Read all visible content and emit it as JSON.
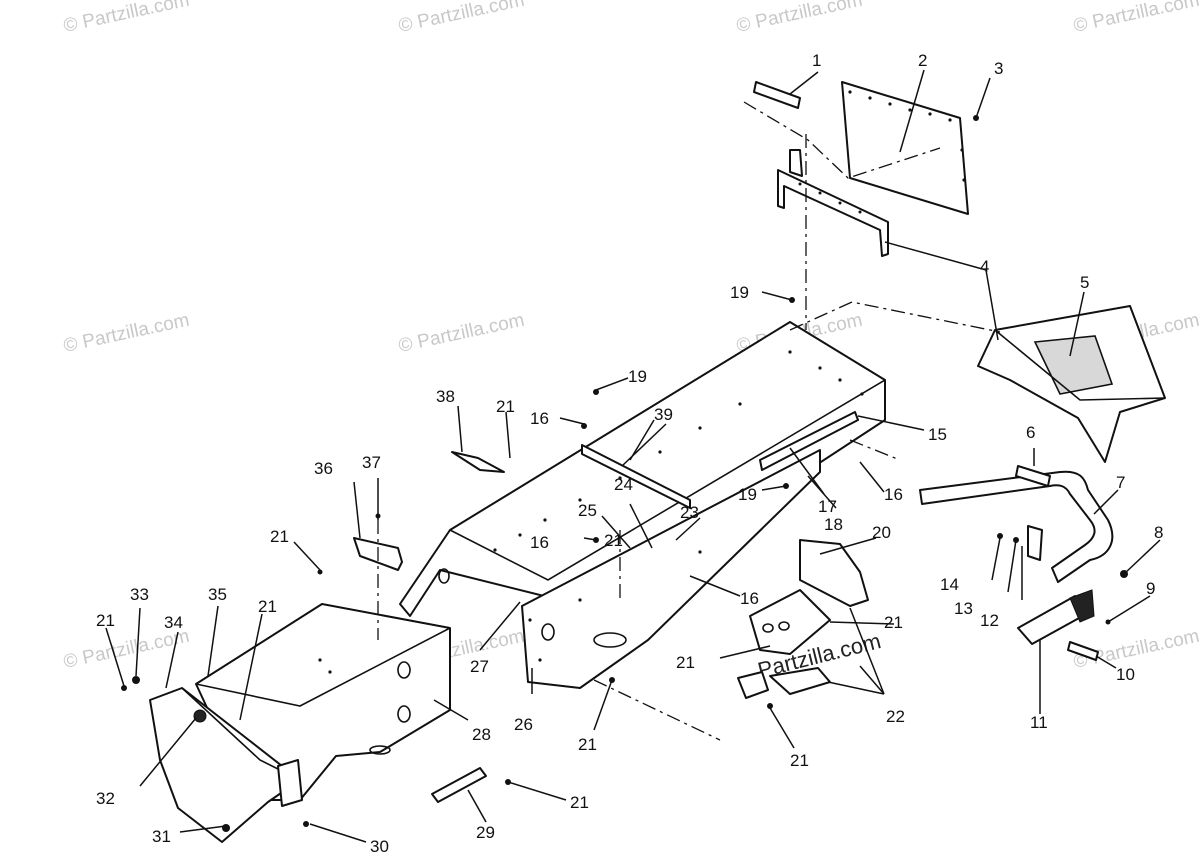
{
  "watermark": {
    "text": "© Partzilla.com",
    "overlay_text": "Partzilla.com"
  },
  "callouts": [
    "1",
    "2",
    "3",
    "4",
    "5",
    "6",
    "7",
    "8",
    "9",
    "10",
    "11",
    "12",
    "13",
    "14",
    "15",
    "16",
    "16",
    "16",
    "16",
    "17",
    "18",
    "19",
    "19",
    "19",
    "20",
    "21",
    "21",
    "21",
    "21",
    "21",
    "21",
    "21",
    "21",
    "21",
    "21",
    "22",
    "23",
    "24",
    "25",
    "26",
    "27",
    "28",
    "29",
    "30",
    "31",
    "32",
    "33",
    "34",
    "35",
    "36",
    "37",
    "38",
    "39"
  ]
}
